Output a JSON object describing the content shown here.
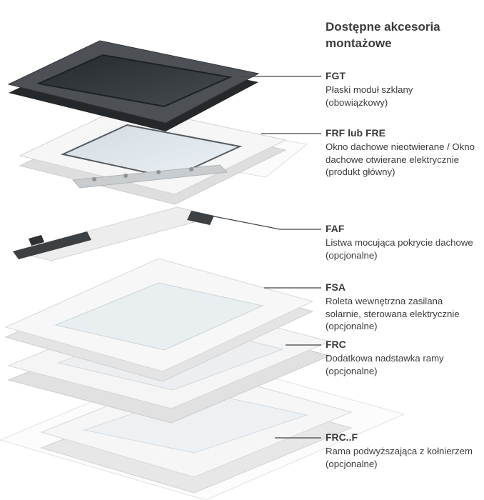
{
  "title": "Dostępne akcesoria montażowe",
  "items": [
    {
      "code": "FGT",
      "desc": "Płaski moduł szklany (obowiązkowy)"
    },
    {
      "code": "FRF lub FRE",
      "desc": "Okno dachowe nieotwierane / Okno dachowe otwierane elektrycznie (produkt główny)"
    },
    {
      "code": "FAF",
      "desc": "Listwa mocująca pokrycie dachowe (opcjonalne)"
    },
    {
      "code": "FSA",
      "desc": "Roleta wewnętrzna zasilana solarnie, sterowana elektrycznie (opcjonalne)"
    },
    {
      "code": "FRC",
      "desc": "Dodatkowa nadstawka ramy (opcjonalne)"
    },
    {
      "code": "FRC..F",
      "desc": "Rama podwyższająca z kołnierzem (opcjonalne)"
    }
  ],
  "colors": {
    "text": "#3c3c3b",
    "leader_line": "#3f4447",
    "dark_frame": "#4d5156",
    "white_frame": "#f6f6f6",
    "glass_light": "#dde5ea",
    "glass_dark": "#2b2f33"
  }
}
